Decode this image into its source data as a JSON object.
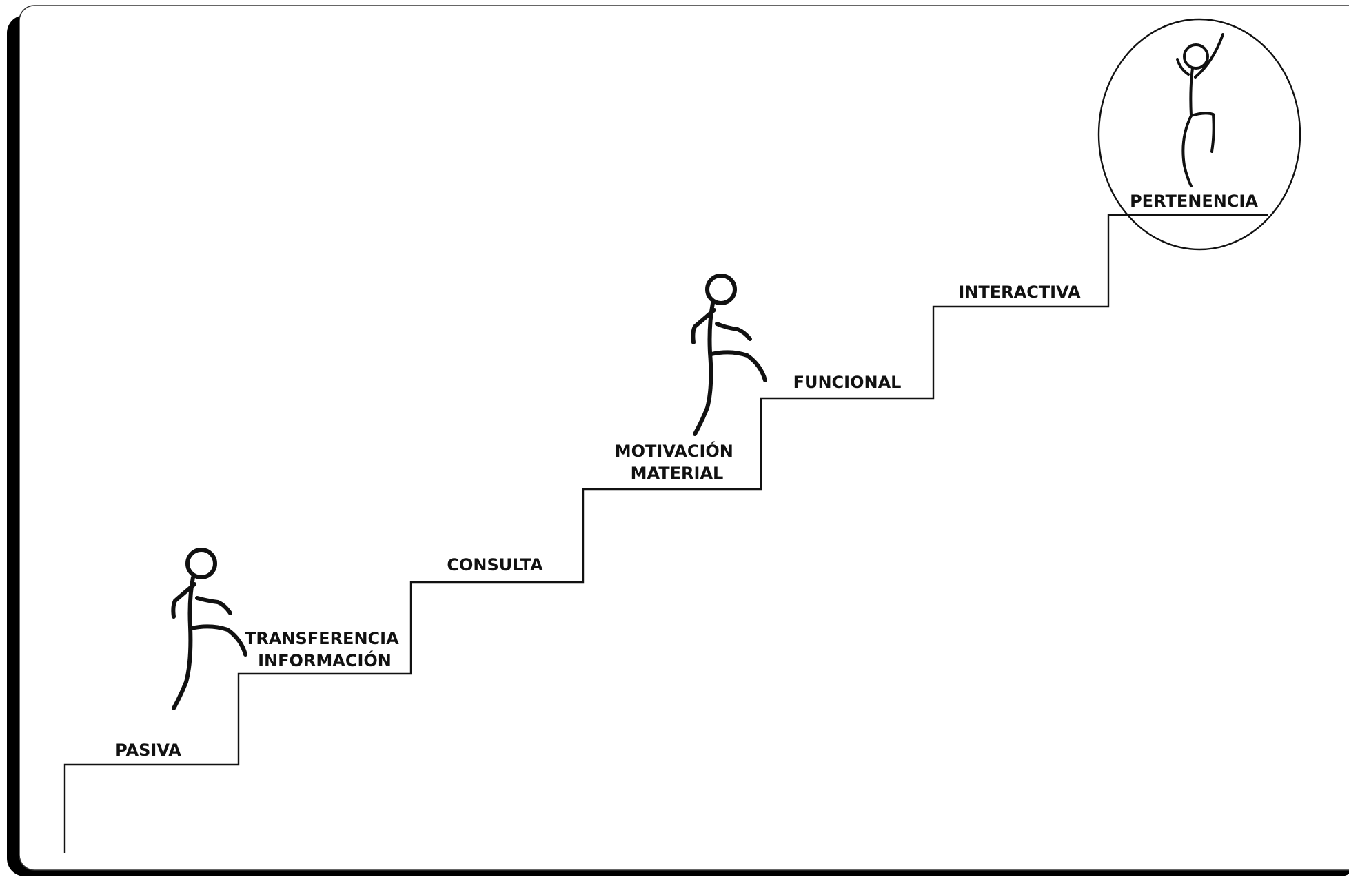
{
  "diagram": {
    "steps": [
      {
        "lines": [
          "PASIVA"
        ]
      },
      {
        "lines": [
          "TRANSFERENCIA",
          "INFORMACIÓN"
        ]
      },
      {
        "lines": [
          "CONSULTA"
        ]
      },
      {
        "lines": [
          "MOTIVACIÓN",
          "MATERIAL"
        ]
      },
      {
        "lines": [
          "FUNCIONAL"
        ]
      },
      {
        "lines": [
          "INTERACTIVA"
        ]
      },
      {
        "lines": [
          "PERTENENCIA"
        ]
      }
    ],
    "highlighted_step": "PERTENENCIA",
    "figures": [
      "walking-figure",
      "walking-figure",
      "celebrating-figure"
    ],
    "colors": {
      "ink": "#111111",
      "background": "#ffffff",
      "shadow": "#000000"
    }
  }
}
